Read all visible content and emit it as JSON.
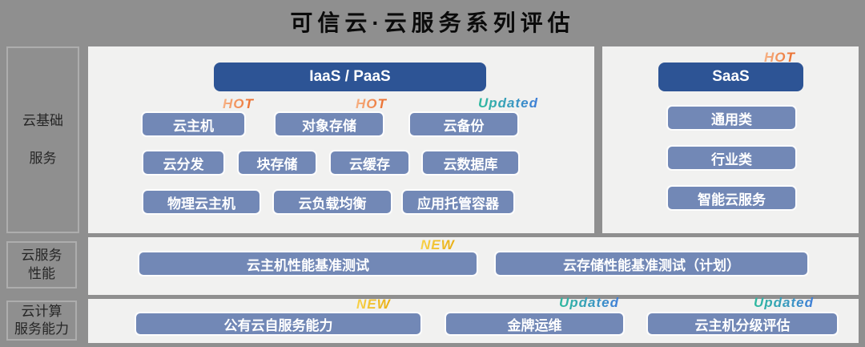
{
  "title": "可信云·云服务系列评估",
  "colors": {
    "background": "#8F8F8F",
    "panel": "#F1F1F0",
    "header_blue": "#2D5495",
    "pill_blue": "#7288B6",
    "hot_gradient": [
      "#F7B285",
      "#EA6A28"
    ],
    "updated_gradient": [
      "#2EBA9E",
      "#3F7ED8"
    ],
    "new_gold": "#EFC017",
    "sidebar_border": "#ADADAD",
    "title_text": "#0B0B0B"
  },
  "badges": {
    "hot": "HOT",
    "updated": "Updated",
    "new": "NEW"
  },
  "sidebar": {
    "base": {
      "line1": "云基础",
      "line2": "服务"
    },
    "performance": {
      "line1": "云服务",
      "line2": "性能"
    },
    "capability": {
      "line1": "云计算",
      "line2": "服务能力"
    }
  },
  "base_section": {
    "iaas_header": "IaaS / PaaS",
    "rows": [
      {
        "items": [
          {
            "label": "云主机",
            "badge": "HOT"
          },
          {
            "label": "对象存储",
            "badge": "HOT"
          },
          {
            "label": "云备份",
            "badge": "Updated"
          }
        ]
      },
      {
        "items": [
          {
            "label": "云分发"
          },
          {
            "label": "块存储"
          },
          {
            "label": "云缓存"
          },
          {
            "label": "云数据库"
          }
        ]
      },
      {
        "items": [
          {
            "label": "物理云主机"
          },
          {
            "label": "云负载均衡"
          },
          {
            "label": "应用托管容器"
          }
        ]
      }
    ],
    "saas_header": "SaaS",
    "saas_badge": "HOT",
    "saas_items": [
      {
        "label": "通用类"
      },
      {
        "label": "行业类"
      },
      {
        "label": "智能云服务"
      }
    ]
  },
  "performance_section": {
    "items": [
      {
        "label": "云主机性能基准测试",
        "badge": "NEW"
      },
      {
        "label": "云存储性能基准测试（计划）"
      }
    ]
  },
  "capability_section": {
    "items": [
      {
        "label": "公有云自服务能力",
        "badge": "NEW"
      },
      {
        "label": "金牌运维",
        "badge": "Updated"
      },
      {
        "label": "云主机分级评估",
        "badge": "Updated"
      }
    ]
  }
}
